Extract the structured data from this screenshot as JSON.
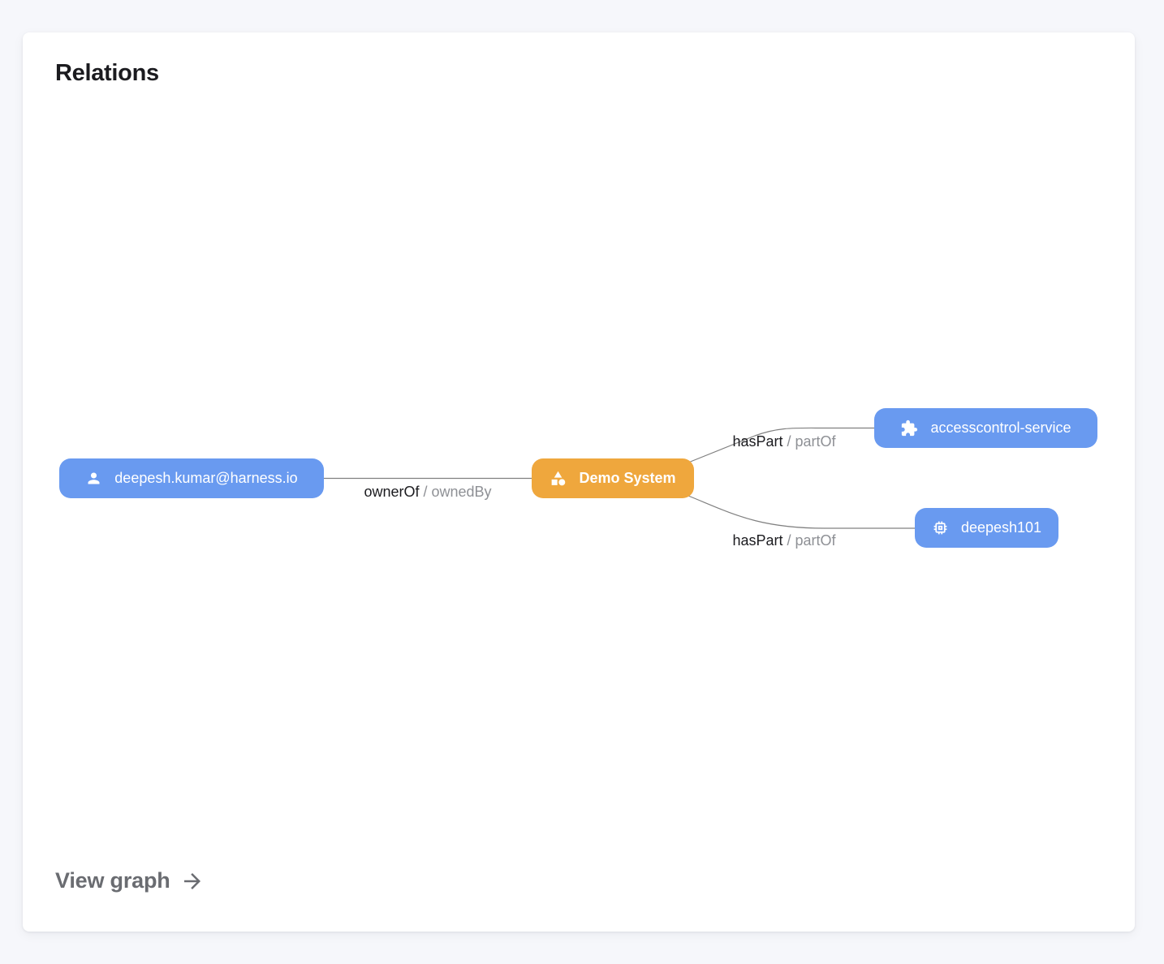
{
  "card": {
    "title": "Relations",
    "view_graph_label": "View graph"
  },
  "colors": {
    "page_background": "#f6f7fb",
    "card_background": "#ffffff",
    "node_blue": "#699af0",
    "node_orange": "#efa73d",
    "edge_line": "#808080",
    "edge_label_primary": "#1b1b1f",
    "edge_label_muted": "#8e9095"
  },
  "graph": {
    "nodes": [
      {
        "id": "user",
        "label": "deepesh.kumar@harness.io",
        "icon": "person-icon",
        "color": "#699af0"
      },
      {
        "id": "system",
        "label": "Demo System",
        "icon": "category-icon",
        "color": "#efa73d"
      },
      {
        "id": "service",
        "label": "accesscontrol-service",
        "icon": "extension-icon",
        "color": "#699af0"
      },
      {
        "id": "component",
        "label": "deepesh101",
        "icon": "memory-icon",
        "color": "#699af0"
      }
    ],
    "edges": [
      {
        "from": "user",
        "to": "system",
        "label_primary": "ownerOf",
        "label_rest": "/ ownedBy"
      },
      {
        "from": "system",
        "to": "service",
        "label_primary": "hasPart",
        "label_rest": "/ partOf"
      },
      {
        "from": "system",
        "to": "component",
        "label_primary": "hasPart",
        "label_rest": "/ partOf"
      }
    ]
  }
}
